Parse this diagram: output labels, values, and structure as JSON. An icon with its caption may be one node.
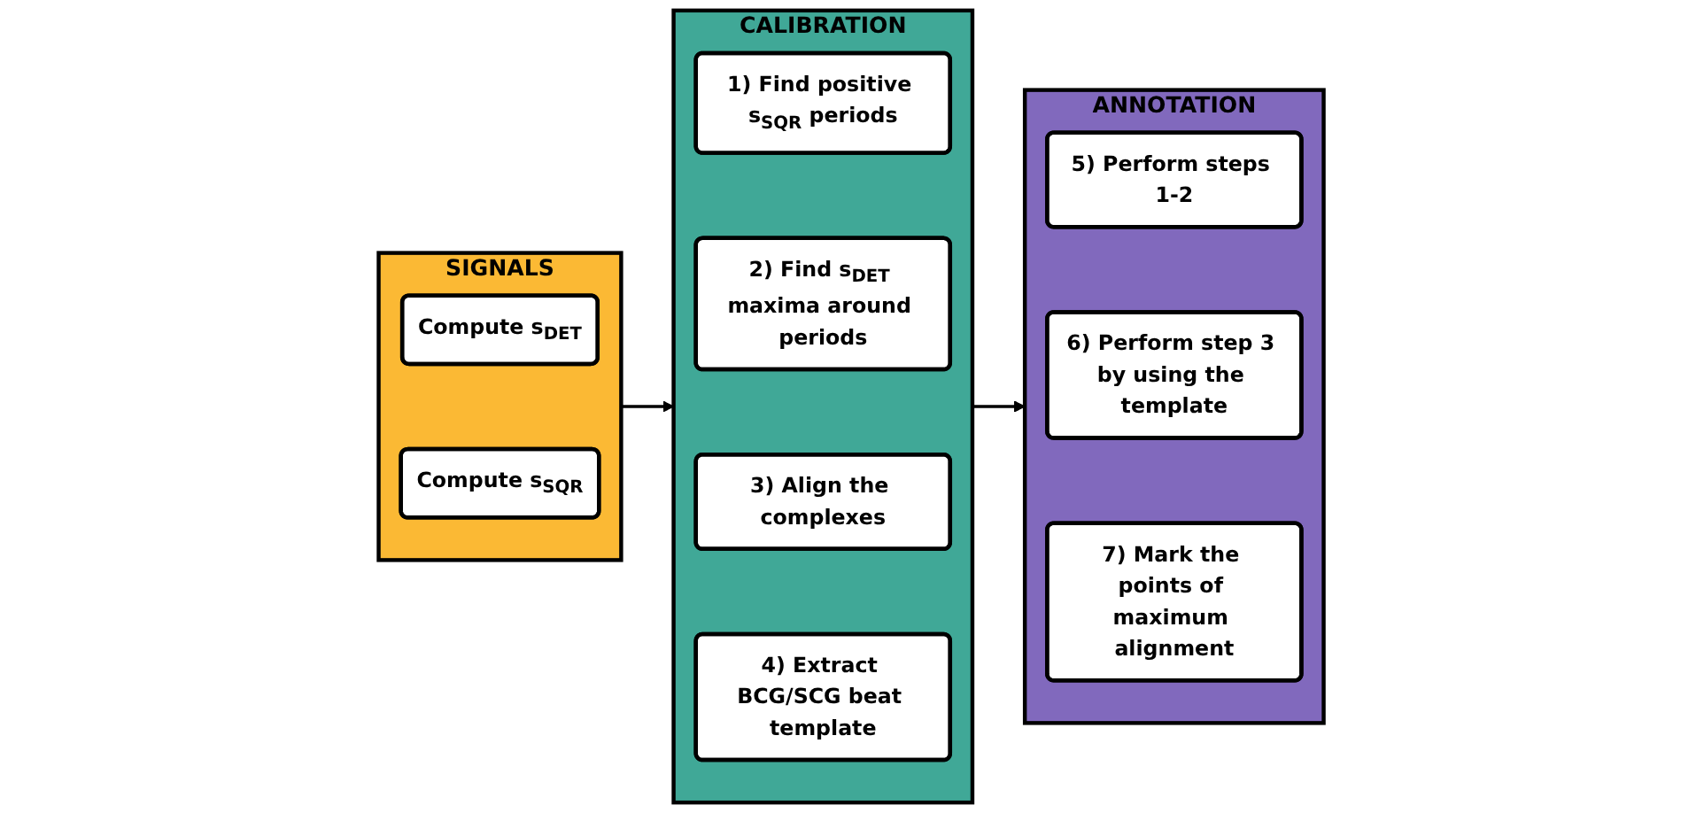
{
  "diagram": {
    "nodes": [
      {
        "text": [
          "SIGNALS"
        ]
      },
      {
        "text": [
          "Compute s$_{DET}$"
        ],
        "in": 0
      },
      {
        "text": [
          "Compute s$_{SQR}$"
        ],
        "in": 0
      },
      {
        "text": [
          "CALIBRATION"
        ]
      },
      {
        "text": [
          "1) Find positive s$_{SQR}$ periods"
        ],
        "in": 3
      },
      {
        "text": [
          "2) Find s$_{DET}$ maxima around periods"
        ],
        "in": 3
      },
      {
        "text": [
          "3) Align the complexes"
        ],
        "in": 3
      },
      {
        "text": [
          "4) Extract BCG/SCG beat template"
        ],
        "in": 3
      },
      {
        "text": [
          "ANNOTATION"
        ]
      },
      {
        "text": [
          "5) Perform steps 1-2"
        ],
        "in": 8
      },
      {
        "text": [
          "6) Perform step 3 by using the template"
        ],
        "in": 8
      },
      {
        "text": [
          "7) Mark the points of maximum alignment"
        ],
        "in": 8
      }
    ],
    "edges": [
      {
        "from": 0,
        "to": 3,
        "arrow": "to"
      },
      {
        "from": 3,
        "to": 8,
        "arrow": "to"
      }
    ]
  }
}
